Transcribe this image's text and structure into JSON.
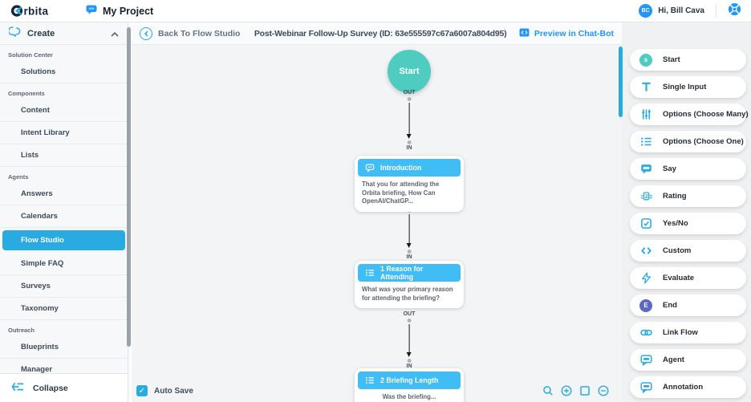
{
  "header": {
    "logo": "orbita",
    "project_label": "My Project",
    "user": {
      "initials": "BC",
      "greeting": "Hi, Bill Cava"
    }
  },
  "sidebar": {
    "create_label": "Create",
    "collapse_label": "Collapse",
    "groups": [
      {
        "label": "Solution Center",
        "items": [
          {
            "label": "Solutions",
            "active": false
          }
        ]
      },
      {
        "label": "Components",
        "items": [
          {
            "label": "Content",
            "active": false
          },
          {
            "label": "Intent Library",
            "active": false
          },
          {
            "label": "Lists",
            "active": false
          }
        ]
      },
      {
        "label": "Agents",
        "items": [
          {
            "label": "Answers",
            "active": false
          },
          {
            "label": "Calendars",
            "active": false
          },
          {
            "label": "Flow Studio",
            "active": true
          },
          {
            "label": "Simple FAQ",
            "active": false
          },
          {
            "label": "Surveys",
            "active": false
          },
          {
            "label": "Taxonomy",
            "active": false
          }
        ]
      },
      {
        "label": "Outreach",
        "items": [
          {
            "label": "Blueprints",
            "active": false
          },
          {
            "label": "Manager",
            "active": false
          }
        ]
      }
    ]
  },
  "canvas": {
    "back_label": "Back To Flow Studio",
    "title": "Post-Webinar Follow-Up Survey (ID: 63e555597c67a6007a804d95)",
    "preview_label": "Preview in Chat-Bot",
    "autosave_label": "Auto Save",
    "autosave_checked": true,
    "port_out": "OUT",
    "port_in": "IN",
    "nodes": [
      {
        "kind": "start",
        "label": "Start"
      },
      {
        "kind": "card",
        "icon": "speech-bubble-icon",
        "title": "Introduction",
        "body": "That you for attending the Orbita briefing, How Can OpenAI/ChatGP...",
        "centered": false
      },
      {
        "kind": "card",
        "icon": "list-icon",
        "title": "1 Reason for Attending",
        "body": "What was your primary reason for attending the briefing?",
        "centered": false
      },
      {
        "kind": "card",
        "icon": "list-icon",
        "title": "2 Briefing Length",
        "body": "Was the briefing...",
        "centered": true
      }
    ]
  },
  "palette": {
    "items": [
      {
        "label": "Start",
        "icon": "start-icon"
      },
      {
        "label": "Single Input",
        "icon": "text-input-icon"
      },
      {
        "label": "Options (Choose Many)",
        "icon": "sliders-icon"
      },
      {
        "label": "Options (Choose One)",
        "icon": "list-icon"
      },
      {
        "label": "Say",
        "icon": "speech-bubble-icon"
      },
      {
        "label": "Rating",
        "icon": "rating-123-icon"
      },
      {
        "label": "Yes/No",
        "icon": "checkbox-check-icon"
      },
      {
        "label": "Custom",
        "icon": "code-brackets-icon"
      },
      {
        "label": "Evaluate",
        "icon": "lightning-icon"
      },
      {
        "label": "End",
        "icon": "end-icon"
      },
      {
        "label": "Link Flow",
        "icon": "chain-link-icon"
      },
      {
        "label": "Agent",
        "icon": "agent-bubble-icon"
      },
      {
        "label": "Annotation",
        "icon": "annotation-bubble-icon"
      }
    ]
  },
  "colors": {
    "accent_blue": "#29abe2",
    "link_blue": "#2196f3",
    "node_header_blue": "#41bdf5",
    "start_teal": "#4fccc0",
    "end_purple": "#5c68c7",
    "canvas_bg": "#f3f4f5"
  }
}
